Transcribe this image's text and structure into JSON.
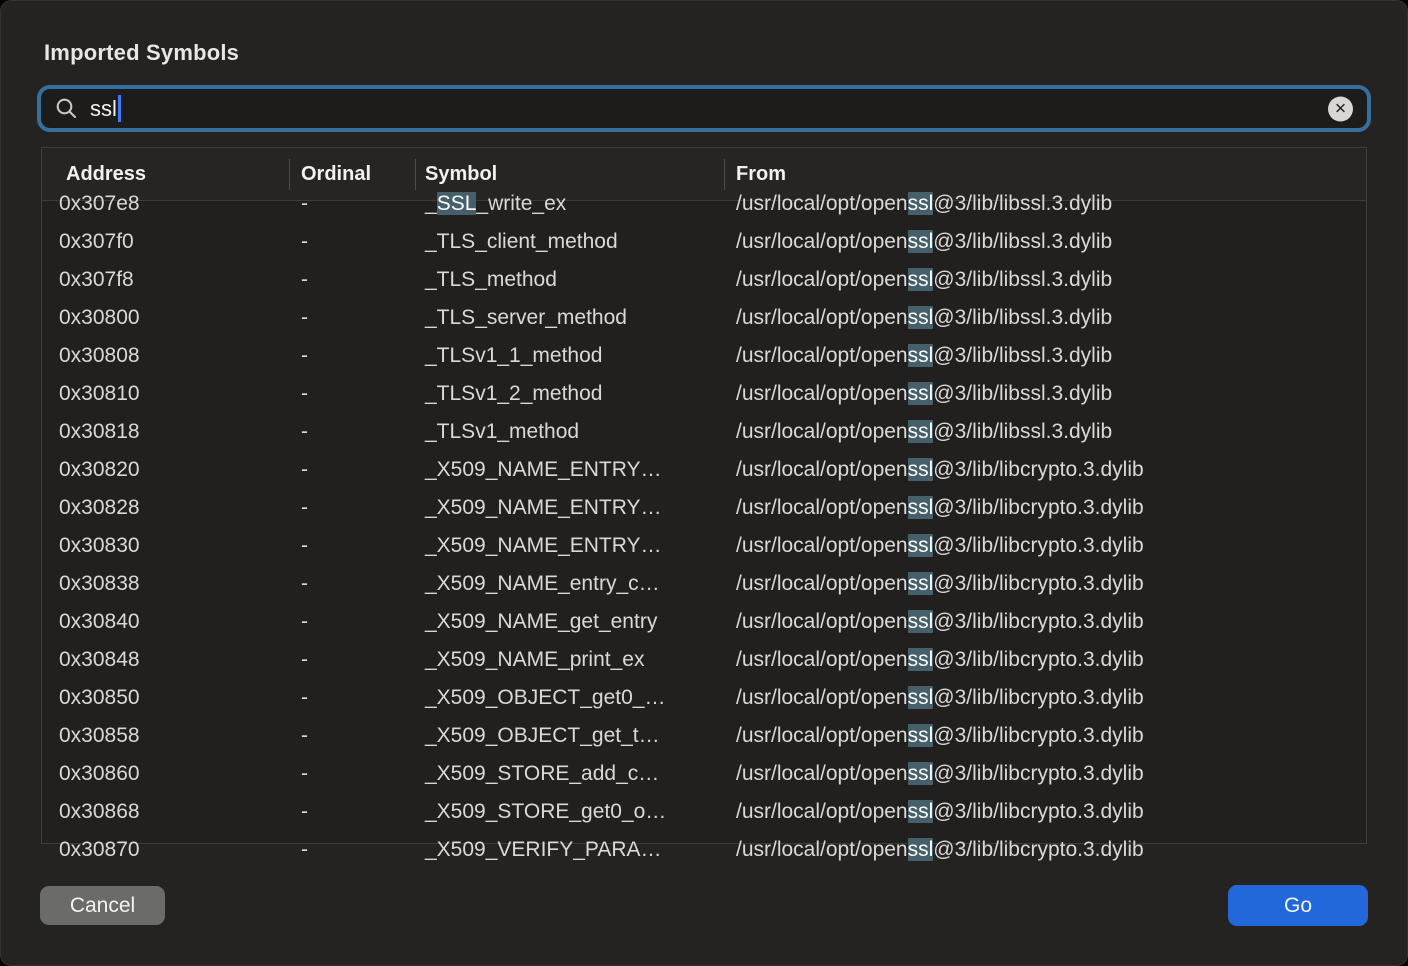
{
  "window": {
    "title": "Imported Symbols"
  },
  "search": {
    "value": "ssl",
    "icon": "magnifier-icon",
    "clear_icon": "circle-x-icon",
    "clear_glyph": "✕"
  },
  "table": {
    "columns": [
      "Address",
      "Ordinal",
      "Symbol",
      "From"
    ],
    "rows": [
      {
        "address": "0x307e8",
        "ordinal": "-",
        "symbol": "_SSL_write_ex",
        "from": "/usr/local/opt/openssl@3/lib/libssl.3.dylib"
      },
      {
        "address": "0x307f0",
        "ordinal": "-",
        "symbol": "_TLS_client_method",
        "from": "/usr/local/opt/openssl@3/lib/libssl.3.dylib"
      },
      {
        "address": "0x307f8",
        "ordinal": "-",
        "symbol": "_TLS_method",
        "from": "/usr/local/opt/openssl@3/lib/libssl.3.dylib"
      },
      {
        "address": "0x30800",
        "ordinal": "-",
        "symbol": "_TLS_server_method",
        "from": "/usr/local/opt/openssl@3/lib/libssl.3.dylib"
      },
      {
        "address": "0x30808",
        "ordinal": "-",
        "symbol": "_TLSv1_1_method",
        "from": "/usr/local/opt/openssl@3/lib/libssl.3.dylib"
      },
      {
        "address": "0x30810",
        "ordinal": "-",
        "symbol": "_TLSv1_2_method",
        "from": "/usr/local/opt/openssl@3/lib/libssl.3.dylib"
      },
      {
        "address": "0x30818",
        "ordinal": "-",
        "symbol": "_TLSv1_method",
        "from": "/usr/local/opt/openssl@3/lib/libssl.3.dylib"
      },
      {
        "address": "0x30820",
        "ordinal": "-",
        "symbol": "_X509_NAME_ENTRY…",
        "from": "/usr/local/opt/openssl@3/lib/libcrypto.3.dylib"
      },
      {
        "address": "0x30828",
        "ordinal": "-",
        "symbol": "_X509_NAME_ENTRY…",
        "from": "/usr/local/opt/openssl@3/lib/libcrypto.3.dylib"
      },
      {
        "address": "0x30830",
        "ordinal": "-",
        "symbol": "_X509_NAME_ENTRY…",
        "from": "/usr/local/opt/openssl@3/lib/libcrypto.3.dylib"
      },
      {
        "address": "0x30838",
        "ordinal": "-",
        "symbol": "_X509_NAME_entry_c…",
        "from": "/usr/local/opt/openssl@3/lib/libcrypto.3.dylib"
      },
      {
        "address": "0x30840",
        "ordinal": "-",
        "symbol": "_X509_NAME_get_entry",
        "from": "/usr/local/opt/openssl@3/lib/libcrypto.3.dylib"
      },
      {
        "address": "0x30848",
        "ordinal": "-",
        "symbol": "_X509_NAME_print_ex",
        "from": "/usr/local/opt/openssl@3/lib/libcrypto.3.dylib"
      },
      {
        "address": "0x30850",
        "ordinal": "-",
        "symbol": "_X509_OBJECT_get0_…",
        "from": "/usr/local/opt/openssl@3/lib/libcrypto.3.dylib"
      },
      {
        "address": "0x30858",
        "ordinal": "-",
        "symbol": "_X509_OBJECT_get_t…",
        "from": "/usr/local/opt/openssl@3/lib/libcrypto.3.dylib"
      },
      {
        "address": "0x30860",
        "ordinal": "-",
        "symbol": "_X509_STORE_add_c…",
        "from": "/usr/local/opt/openssl@3/lib/libcrypto.3.dylib"
      },
      {
        "address": "0x30868",
        "ordinal": "-",
        "symbol": "_X509_STORE_get0_o…",
        "from": "/usr/local/opt/openssl@3/lib/libcrypto.3.dylib"
      },
      {
        "address": "0x30870",
        "ordinal": "-",
        "symbol": "_X509_VERIFY_PARA…",
        "from": "/usr/local/opt/openssl@3/lib/libcrypto.3.dylib"
      }
    ]
  },
  "buttons": {
    "cancel": "Cancel",
    "go": "Go"
  },
  "colors": {
    "accent_blue": "#2368da",
    "focus_ring": "#356f9e",
    "match_highlight": "#46606b",
    "text_cursor": "#3b7bfa",
    "dialog_bg": "#242321",
    "table_bg": "#21201f"
  }
}
